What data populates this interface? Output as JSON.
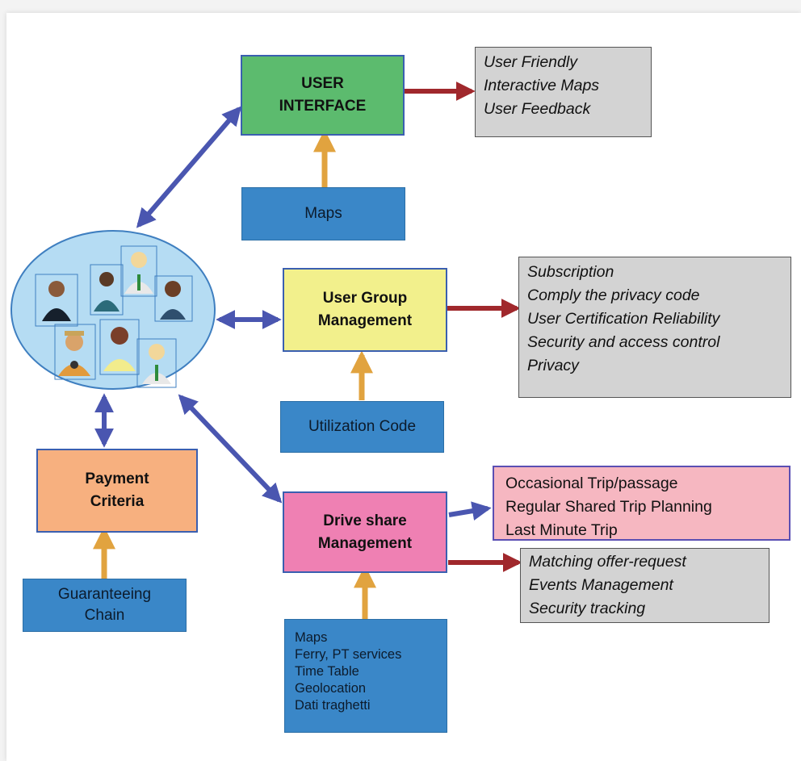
{
  "nodes": {
    "user_interface": {
      "line1": "USER",
      "line2": "INTERFACE",
      "color": "#5cbb6e"
    },
    "maps": {
      "label": "Maps"
    },
    "user_group": {
      "line1": "User Group",
      "line2": "Management",
      "color": "#f2f08c"
    },
    "utilization": {
      "label": "Utilization  Code"
    },
    "payment": {
      "line1": "Payment",
      "line2": "Criteria",
      "color": "#f7b07f"
    },
    "guaranteeing": {
      "line1": "Guaranteeing",
      "line2": "Chain"
    },
    "drive_share": {
      "line1": "Drive share",
      "line2": "Management",
      "color": "#ef80b3"
    },
    "drive_sources": {
      "items": [
        "Maps",
        "Ferry, PT services",
        "Time Table",
        "Geolocation",
        "Dati traghetti"
      ]
    }
  },
  "lists": {
    "ui_features": [
      "User Friendly",
      "Interactive Maps",
      "User Feedback"
    ],
    "group_features": [
      "Subscription",
      "Comply the privacy code",
      "User Certification  Reliability",
      "Security and access control",
      "Privacy"
    ],
    "trip_types": [
      "Occasional  Trip/passage",
      "Regular  Shared Trip Planning",
      "Last Minute  Trip"
    ],
    "drive_features": [
      "Matching offer-request",
      "Events Management",
      "Security tracking"
    ]
  },
  "colors": {
    "arrow_blue": "#4a56b0",
    "arrow_red": "#a0282c",
    "arrow_orange": "#e1a33f",
    "users_circle": "#b5dcf3"
  },
  "users": {
    "icons": [
      "person-icon",
      "person-icon",
      "person-icon",
      "person-icon",
      "person-icon",
      "person-icon",
      "person-icon"
    ]
  }
}
